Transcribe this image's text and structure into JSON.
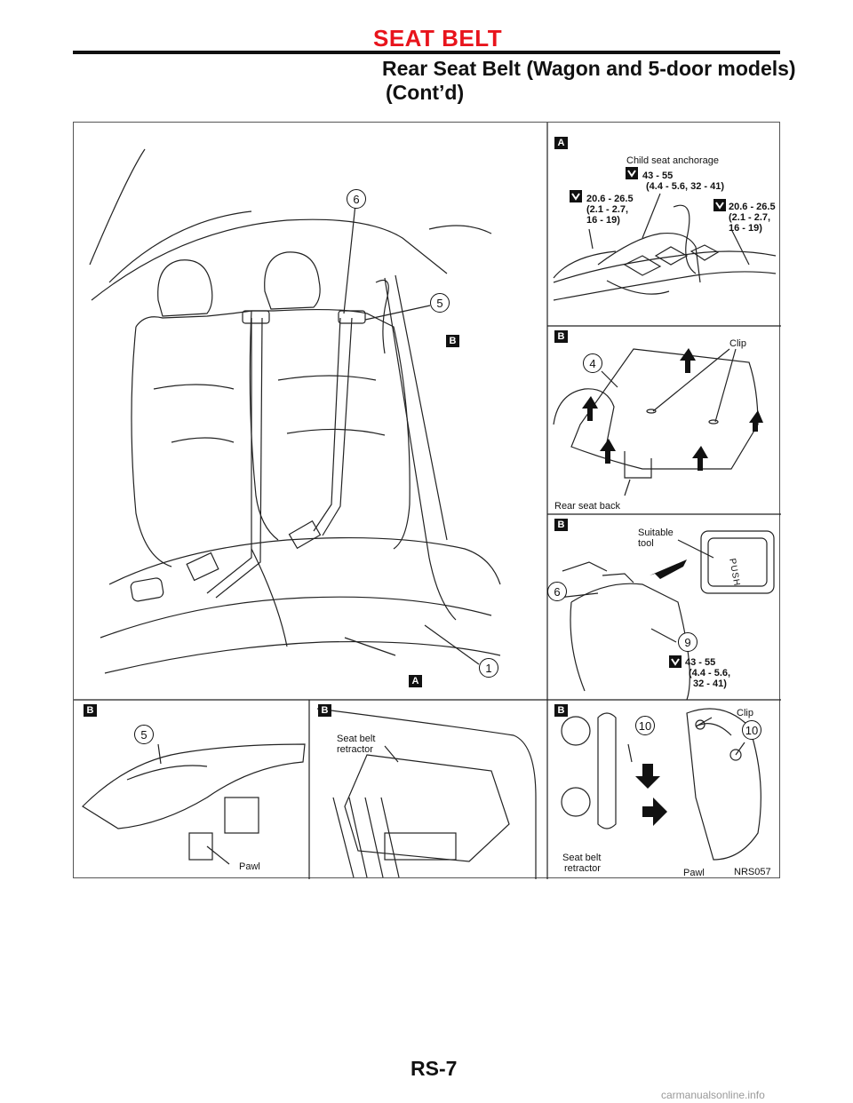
{
  "header": {
    "section": "SEAT BELT",
    "title_line1": "Rear Seat Belt (Wagon and 5-door models)",
    "title_line2": "(Cont’d)"
  },
  "figure": {
    "ref": "NRS057",
    "markers": {
      "a": "A",
      "b": "B"
    },
    "callouts": {
      "c1": "1",
      "c4": "4",
      "c5": "5",
      "c6": "6",
      "c9": "9",
      "c10": "10"
    },
    "labels": {
      "child_seat_anchorage": "Child seat anchorage",
      "torque_center_l1": "43 - 55",
      "torque_center_l2": "(4.4 - 5.6, 32 - 41)",
      "torque_left_l1": "20.6 - 26.5",
      "torque_left_l2": "(2.1 - 2.7,",
      "torque_left_l3": "16 - 19)",
      "torque_right_l1": "20.6 - 26.5",
      "torque_right_l2": "(2.1 - 2.7,",
      "torque_right_l3": "16 - 19)",
      "clip": "Clip",
      "rear_seat_back": "Rear seat back",
      "suitable_tool_l1": "Suitable",
      "suitable_tool_l2": "tool",
      "torque_bolt9_l1": "43 - 55",
      "torque_bolt9_l2": "(4.4 - 5.6,",
      "torque_bolt9_l3": "32 - 41)",
      "pawl": "Pawl",
      "seat_belt_retractor_l1": "Seat belt",
      "seat_belt_retractor_l2": "retractor",
      "push": "PUSH"
    }
  },
  "footer": {
    "page_number": "RS-7",
    "watermark": "carmanualsonline.info"
  }
}
